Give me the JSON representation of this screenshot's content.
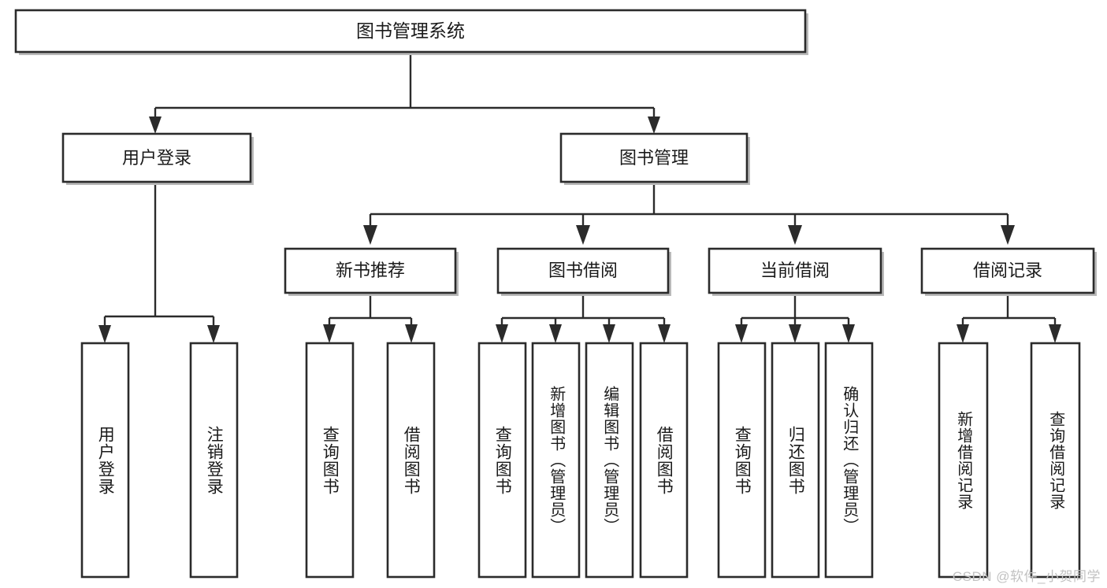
{
  "diagram": {
    "type": "hierarchy-tree",
    "title": "图书管理系统",
    "watermark": "CSDN @软件_小贺同学",
    "colors": {
      "box_stroke": "#2b2b2b",
      "box_fill": "#ffffff",
      "connector": "#2b2b2b",
      "shadow": "#b9b9b9",
      "text": "#1a1a1a",
      "watermark": "#c2c2c2",
      "background": "#ffffff"
    },
    "root": {
      "label": "图书管理系统"
    },
    "level2": [
      {
        "label": "用户登录"
      },
      {
        "label": "图书管理"
      }
    ],
    "level3": [
      {
        "label": "新书推荐"
      },
      {
        "label": "图书借阅"
      },
      {
        "label": "当前借阅"
      },
      {
        "label": "借阅记录"
      }
    ],
    "leaves": {
      "user_login": [
        {
          "label": "用户登录"
        },
        {
          "label": "注销登录"
        }
      ],
      "new_book_recommend": [
        {
          "label": "查询图书"
        },
        {
          "label": "借阅图书"
        }
      ],
      "book_borrow": [
        {
          "label": "查询图书"
        },
        {
          "label": "新增图书（管理员）"
        },
        {
          "label": "编辑图书（管理员）"
        },
        {
          "label": "借阅图书"
        }
      ],
      "current_borrow": [
        {
          "label": "查询图书"
        },
        {
          "label": "归还图书"
        },
        {
          "label": "确认归还（管理员）"
        }
      ],
      "borrow_record": [
        {
          "label": "新增借阅记录"
        },
        {
          "label": "查询借阅记录"
        }
      ]
    }
  }
}
